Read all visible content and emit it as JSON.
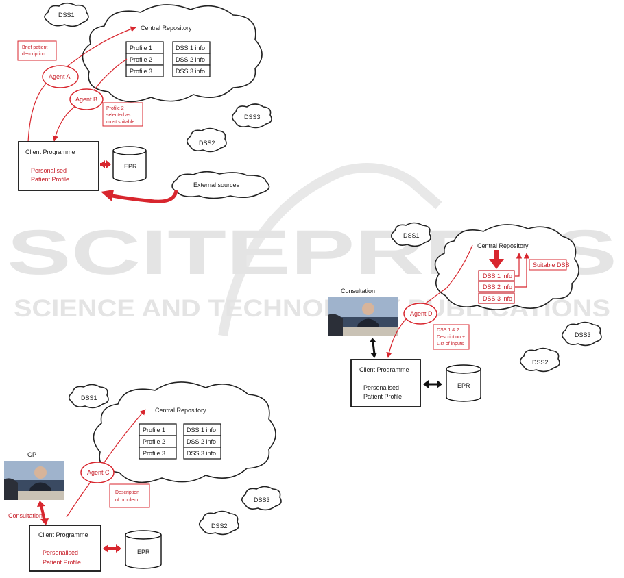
{
  "watermark": {
    "title": "SCITEPRESS",
    "subtitle": "SCIENCE AND TECHNOLOGY PUBLICATIONS"
  },
  "panel1": {
    "dss1": "DSS1",
    "dss2": "DSS2",
    "dss3": "DSS3",
    "repository": "Central Repository",
    "profiles": [
      "Profile 1",
      "Profile 2",
      "Profile 3"
    ],
    "dss_info": [
      "DSS 1 info",
      "DSS 2 info",
      "DSS 3 info"
    ],
    "agent_a": "Agent A",
    "agent_b": "Agent B",
    "note_description": [
      "Brief patient",
      "description"
    ],
    "note_selected": [
      "Profile 2",
      "selected as",
      "most suitable"
    ],
    "client_title": "Client Programme",
    "client_sub": [
      "Personalised",
      "Patient Profile"
    ],
    "epr": "EPR",
    "external": "External sources"
  },
  "panel2": {
    "dss1": "DSS1",
    "dss2": "DSS2",
    "dss3": "DSS3",
    "repository": "Central Repository",
    "dss_info": [
      "DSS 1 info",
      "DSS 2 info",
      "DSS 3 info"
    ],
    "suitable": "Suitable DSS",
    "consultation": "Consultation",
    "agent_d": "Agent D",
    "note": [
      "DSS 1 & 2:",
      "Description +",
      "List of inputs"
    ],
    "client_title": "Client Programme",
    "client_sub": [
      "Personalised",
      "Patient Profile"
    ],
    "epr": "EPR"
  },
  "panel3": {
    "dss1": "DSS1",
    "dss2": "DSS2",
    "dss3": "DSS3",
    "repository": "Central Repository",
    "profiles": [
      "Profile 1",
      "Profile 2",
      "Profile 3"
    ],
    "dss_info": [
      "DSS 1 info",
      "DSS 2 info",
      "DSS 3 info"
    ],
    "gp": "GP",
    "consultation": "Consultation",
    "agent_c": "Agent C",
    "note": [
      "Description",
      "of problem"
    ],
    "client_title": "Client Programme",
    "client_sub": [
      "Personalised",
      "Patient Profile"
    ],
    "epr": "EPR"
  }
}
